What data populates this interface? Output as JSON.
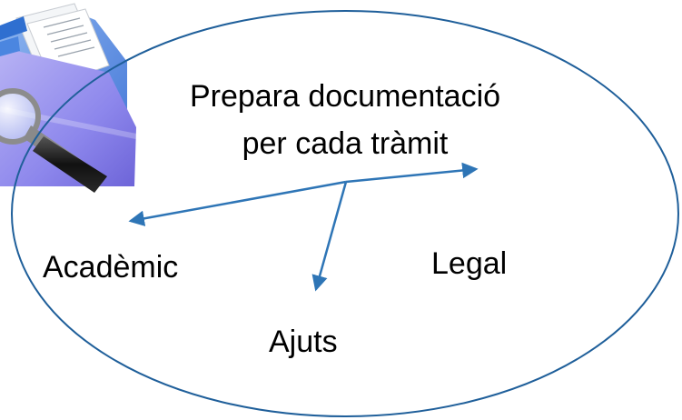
{
  "diagram": {
    "title_line1": "Prepara documentació",
    "title_line2": "per cada tràmit",
    "branches": [
      {
        "label": "Acadèmic"
      },
      {
        "label": "Ajuts"
      },
      {
        "label": "Legal"
      }
    ],
    "folder_icon": "folder-with-magnifier-icon",
    "colors": {
      "ellipse_stroke": "#1f5f9a",
      "arrow": "#2e75b6",
      "text": "#000000"
    }
  }
}
